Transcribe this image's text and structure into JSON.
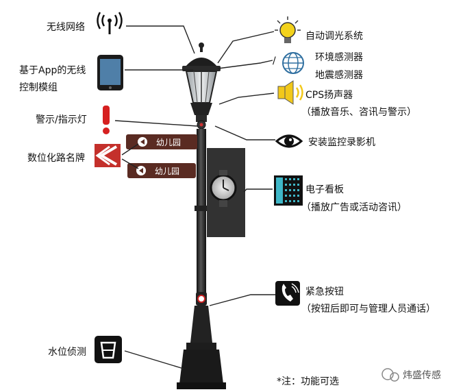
{
  "features": {
    "wireless_network": "无线网络",
    "app_control_line1": "基于App的无线",
    "app_control_line2": "控制模组",
    "warning_light": "警示/指示灯",
    "digital_sign": "数位化路名牌",
    "auto_dimming": "自动调光系统",
    "env_sensor": "环境感测器",
    "quake_sensor": "地震感测器",
    "cps_speaker": "CPS扬声器",
    "cps_speaker_desc": "（播放音乐、咨讯与警示）",
    "camera": "安装监控录影机",
    "billboard": "电子看板",
    "billboard_desc": "（播放广告或活动咨讯）",
    "emergency_button": "紧急按钮",
    "emergency_button_desc": "（按钮后即可与管理人员通话）",
    "water_level": "水位侦测"
  },
  "signs": {
    "top": "幼儿园",
    "bottom": "幼儿园"
  },
  "footnote": "*注：功能可选",
  "watermark": "炜盛传感",
  "slash": "/",
  "colors": {
    "pole": "#2a2a2a",
    "sign_board": "#5a2b22",
    "warning_red": "#d62020",
    "bulb_yellow": "#f3d21b",
    "speaker_yellow": "#f2c81a",
    "display_cyan": "#3fb7c7",
    "line": "#222222"
  }
}
